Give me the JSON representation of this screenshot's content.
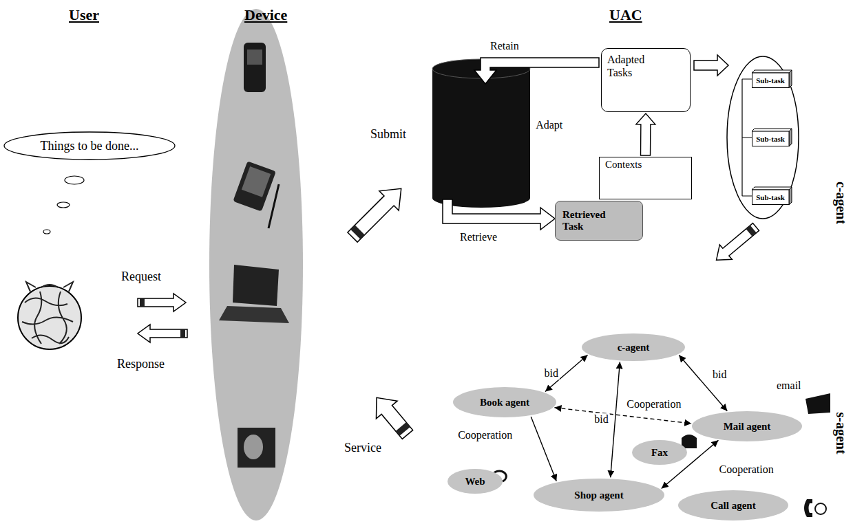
{
  "diagram": {
    "nodes": [
      {
        "text": [
          "Things to be done..."
        ]
      },
      {
        "text": [
          "Adapted Tasks"
        ]
      },
      {
        "text": [
          "Contexts"
        ]
      },
      {
        "text": [
          "Retrieved Task"
        ]
      },
      {
        "text": [
          "Sub-task"
        ]
      },
      {
        "text": [
          "Sub-task"
        ]
      },
      {
        "text": [
          "Sub-task"
        ]
      },
      {
        "text": [
          "c-agent"
        ]
      },
      {
        "text": [
          "Book agent"
        ]
      },
      {
        "text": [
          "Mail agent"
        ]
      },
      {
        "text": [
          "Fax"
        ]
      },
      {
        "text": [
          "Web"
        ]
      },
      {
        "text": [
          "Shop agent"
        ]
      },
      {
        "text": [
          "Call agent"
        ]
      }
    ],
    "edges": [
      {
        "from": 2,
        "to": 1,
        "arrow": "to",
        "label": "Adapt"
      },
      {
        "from": 7,
        "to": 8,
        "arrow": "both",
        "label": "bid"
      },
      {
        "from": 7,
        "to": 12,
        "arrow": "both",
        "label": "bid"
      },
      {
        "from": 7,
        "to": 9,
        "arrow": "both",
        "label": "bid"
      },
      {
        "from": 8,
        "to": 9,
        "arrow": "both",
        "label": "Cooperation"
      },
      {
        "from": 8,
        "to": 12,
        "arrow": "to",
        "label": "Cooperation"
      },
      {
        "from": 12,
        "to": 9,
        "arrow": "both",
        "label": "Cooperation"
      }
    ],
    "labels": [
      "User",
      "Device",
      "UAC",
      "Request",
      "Response",
      "Submit",
      "Service",
      "Retain",
      "Retrieve",
      "email",
      "c-agent",
      "s-agent"
    ]
  }
}
